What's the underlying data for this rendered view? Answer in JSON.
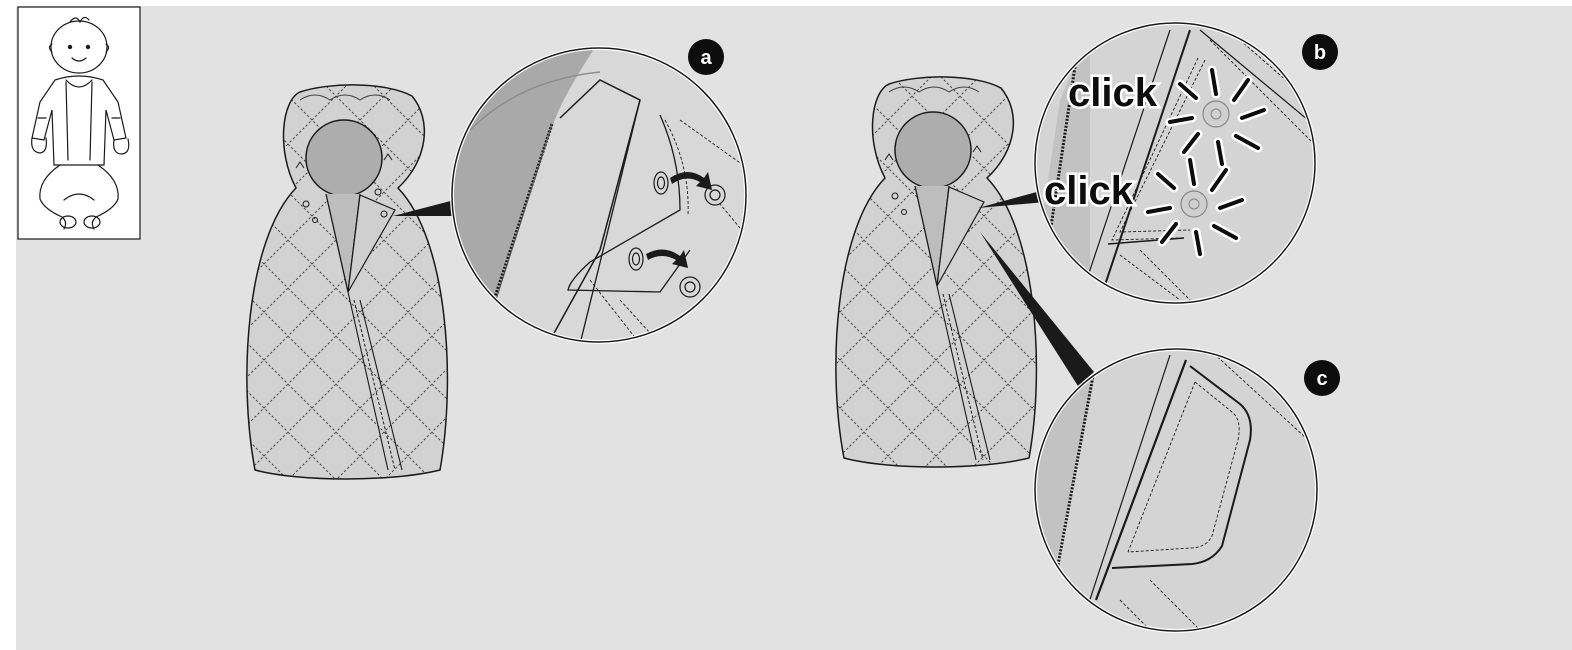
{
  "figure": {
    "background": "#e2e2e2",
    "line_color": "#1a1a1a",
    "fabric_color": "#d2d2d2",
    "opening_color": "#adadad",
    "badge_color": "#0d0d0d"
  },
  "icons": {
    "baby": "baby-figure-icon",
    "footmuff": "footmuff-icon",
    "snap_arrow": "curved-arrow-icon",
    "snap": "press-stud-icon"
  },
  "labels": {
    "step_a": "a",
    "step_b": "b",
    "step_c": "c",
    "click_1": "click",
    "click_2": "click"
  }
}
